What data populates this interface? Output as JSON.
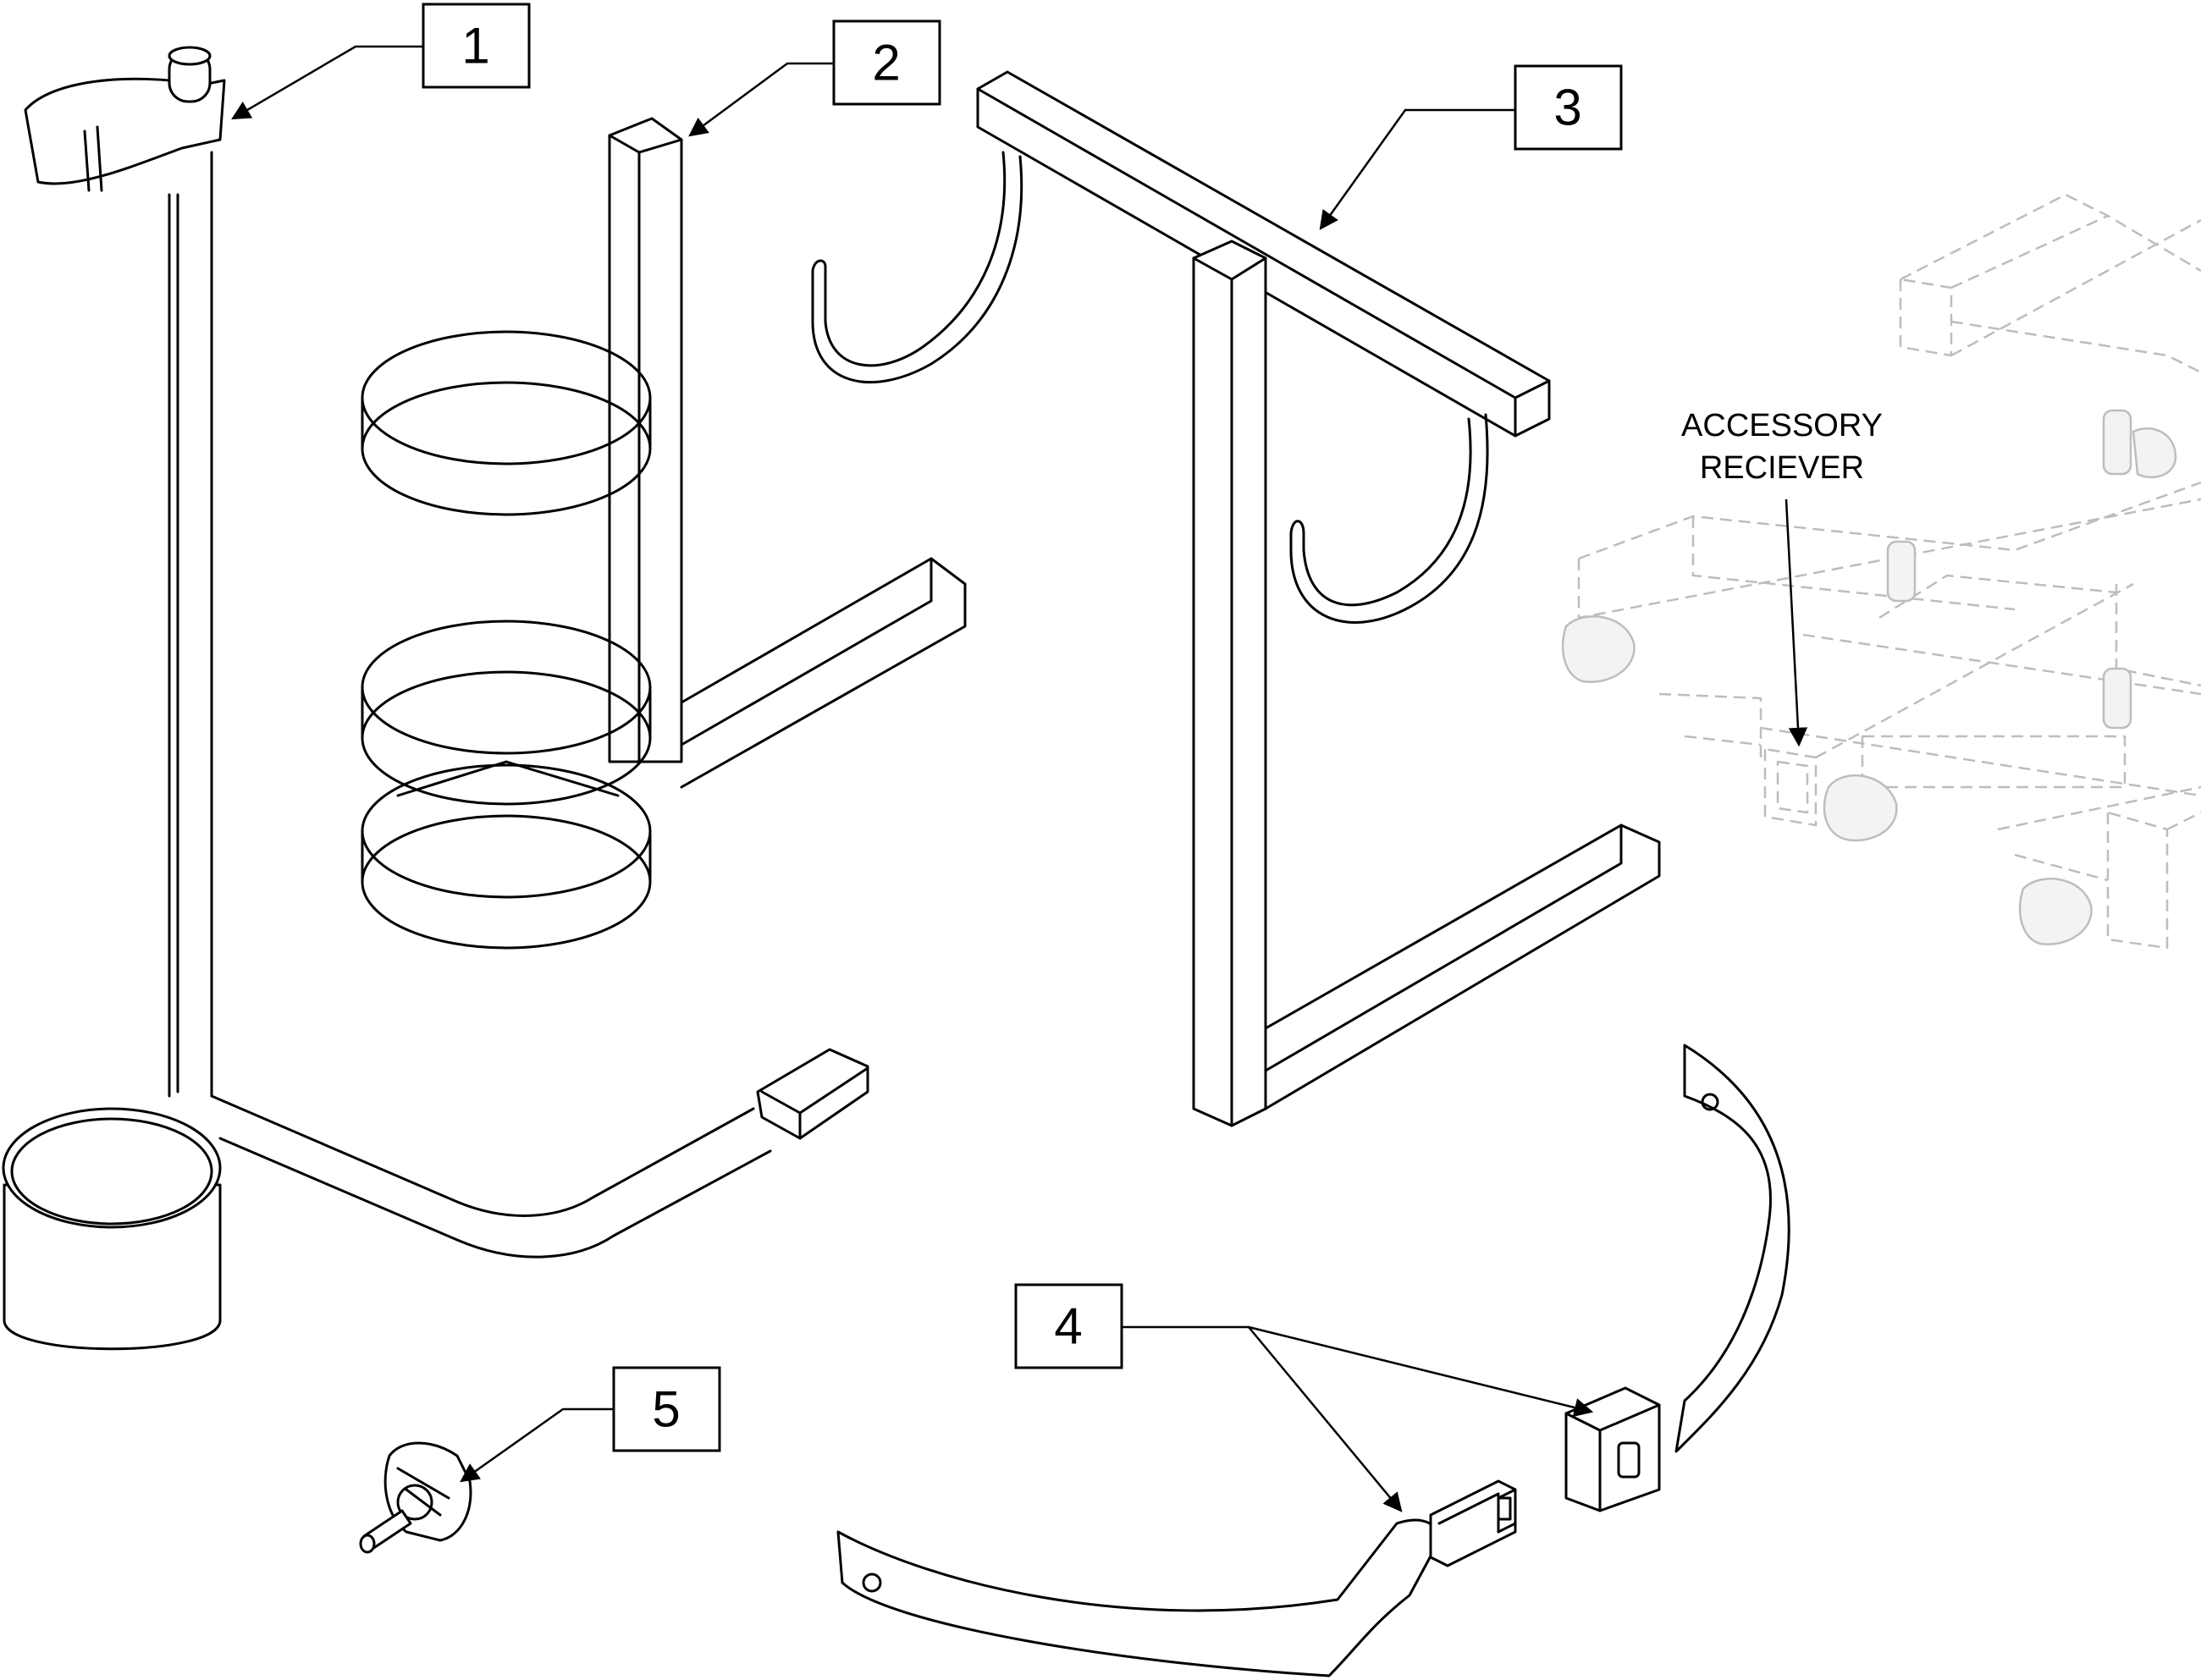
{
  "callouts": [
    "1",
    "2",
    "3",
    "4",
    "5"
  ],
  "labels": {
    "receiver_line1": "ACCESSORY",
    "receiver_line2": "RECIEVER"
  }
}
